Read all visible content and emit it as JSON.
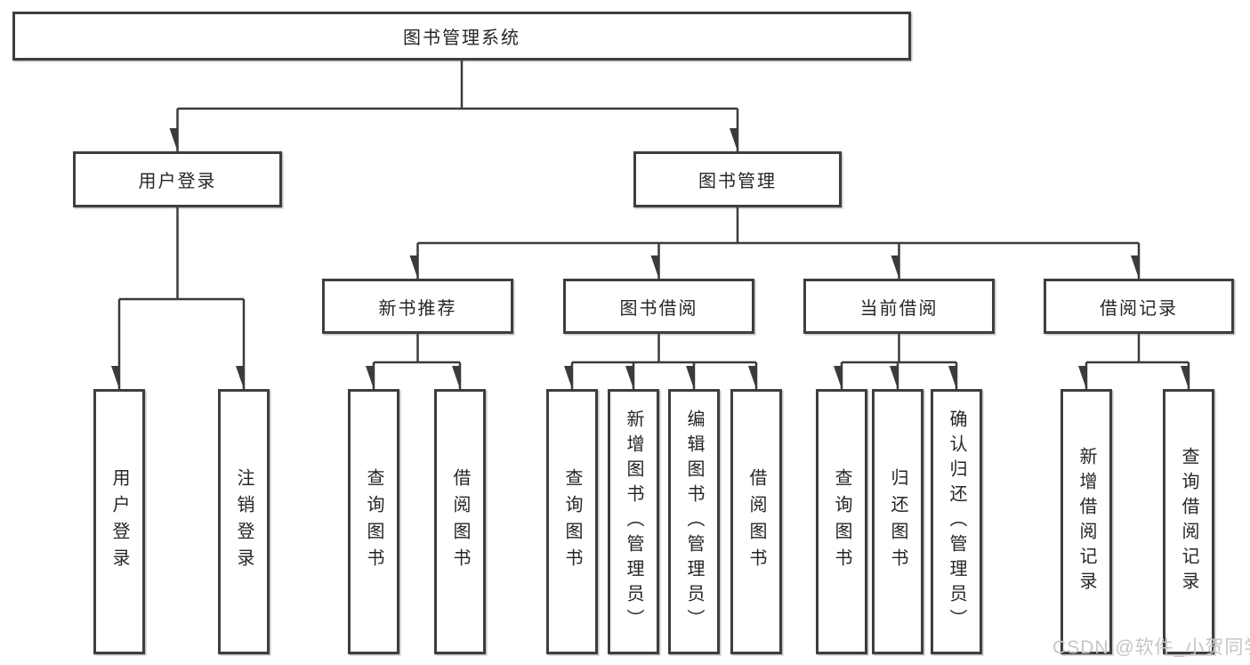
{
  "diagram_title": "图书管理系统",
  "tree": {
    "root": {
      "label": "图书管理系统",
      "children": [
        {
          "label": "用户登录",
          "children": [
            {
              "label": "用户登录"
            },
            {
              "label": "注销登录"
            }
          ]
        },
        {
          "label": "图书管理",
          "children": [
            {
              "label": "新书推荐",
              "children": [
                {
                  "label": "查询图书"
                },
                {
                  "label": "借阅图书"
                }
              ]
            },
            {
              "label": "图书借阅",
              "children": [
                {
                  "label": "查询图书"
                },
                {
                  "label": "新增图书（管理员）"
                },
                {
                  "label": "编辑图书（管理员）"
                },
                {
                  "label": "借阅图书"
                }
              ]
            },
            {
              "label": "当前借阅",
              "children": [
                {
                  "label": "查询图书"
                },
                {
                  "label": "归还图书"
                },
                {
                  "label": "确认归还（管理员）"
                }
              ]
            },
            {
              "label": "借阅记录",
              "children": [
                {
                  "label": "新增借阅记录"
                },
                {
                  "label": "查询借阅记录"
                }
              ]
            }
          ]
        }
      ]
    }
  },
  "watermark": {
    "text": "CSDN @软件_小贺同学"
  },
  "colors": {
    "line": "#3b3b3b",
    "box_border": "#3e3e3e",
    "text": "#262626",
    "watermark": "#c6c6c6",
    "background": "#ffffff"
  }
}
